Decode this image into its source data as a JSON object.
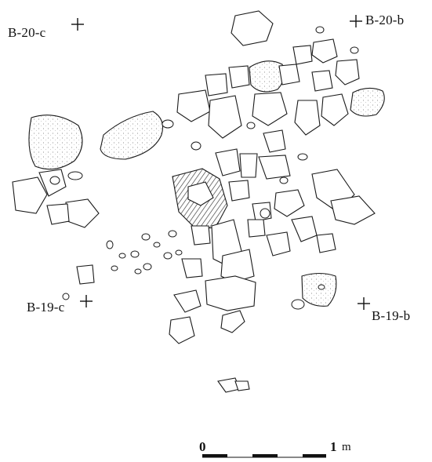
{
  "grid_points": {
    "top_left": "B-20-c",
    "top_right": "B-20-b",
    "bottom_left": "B-19-c",
    "bottom_right": "B-19-b"
  },
  "scale_bar": {
    "start_label": "0",
    "end_label": "1",
    "unit": "m"
  },
  "colors": {
    "ink": "#1a1a1a",
    "paper": "#ffffff",
    "hatch": "#333333"
  }
}
